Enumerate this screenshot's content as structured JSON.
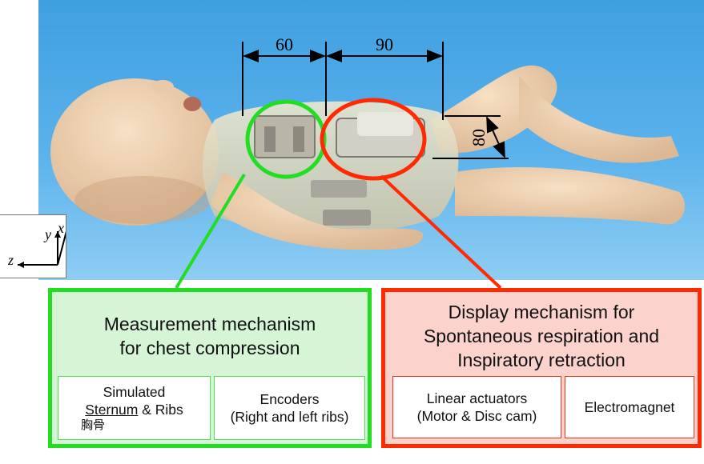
{
  "dimensions": {
    "top_left": "60",
    "top_right": "90",
    "side": "80"
  },
  "axes": {
    "y": "y",
    "x": "x",
    "z": "z"
  },
  "measurement_panel": {
    "title_line1": "Measurement mechanism",
    "title_line2": "for chest compression",
    "left_box": {
      "line1": "Simulated",
      "sternum": "Sternum",
      "ribs": " & Ribs",
      "kanji": "胸骨"
    },
    "right_box": {
      "line1": "Encoders",
      "line2": "(Right and left ribs)"
    }
  },
  "display_panel": {
    "title_line1": "Display mechanism for",
    "title_line2": "Spontaneous respiration and",
    "title_line3": "Inspiratory retraction",
    "left_box": {
      "line1": "Linear actuators",
      "line2": "(Motor & Disc cam)"
    },
    "right_box": {
      "line1": "Electromagnet"
    }
  },
  "colors": {
    "green": "#22dd22",
    "red": "#ff2a00",
    "green_fill": "#d6f5d6",
    "red_fill": "#fbd2cc"
  }
}
